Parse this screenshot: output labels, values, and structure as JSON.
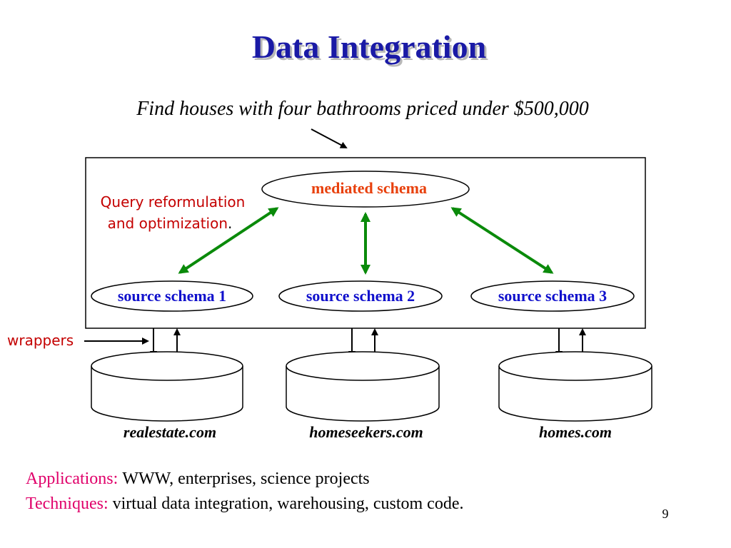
{
  "slide": {
    "title": "Data Integration",
    "query": "Find houses with four bathrooms priced under $500,000",
    "mediated_schema": "mediated schema",
    "reformulation_line1": "Query reformulation",
    "reformulation_line2": "and optimization",
    "reformulation_dot": ".",
    "source_schemas": [
      "source schema 1",
      "source schema 2",
      "source schema 3"
    ],
    "wrappers_label": "wrappers",
    "sites": [
      "realestate.com",
      "homeseekers.com",
      "homes.com"
    ],
    "applications_key": "Applications:",
    "applications_value": "WWW, enterprises, science projects",
    "techniques_key": "Techniques:",
    "techniques_value": "virtual data integration, warehousing, custom code.",
    "page_number": "9"
  },
  "colors": {
    "title": "#1a1aa6",
    "mediated": "#e8400c",
    "source": "#1010cc",
    "arrow_green": "#0a8a0a",
    "label_red": "#c40000",
    "key_magenta": "#e0006a"
  }
}
